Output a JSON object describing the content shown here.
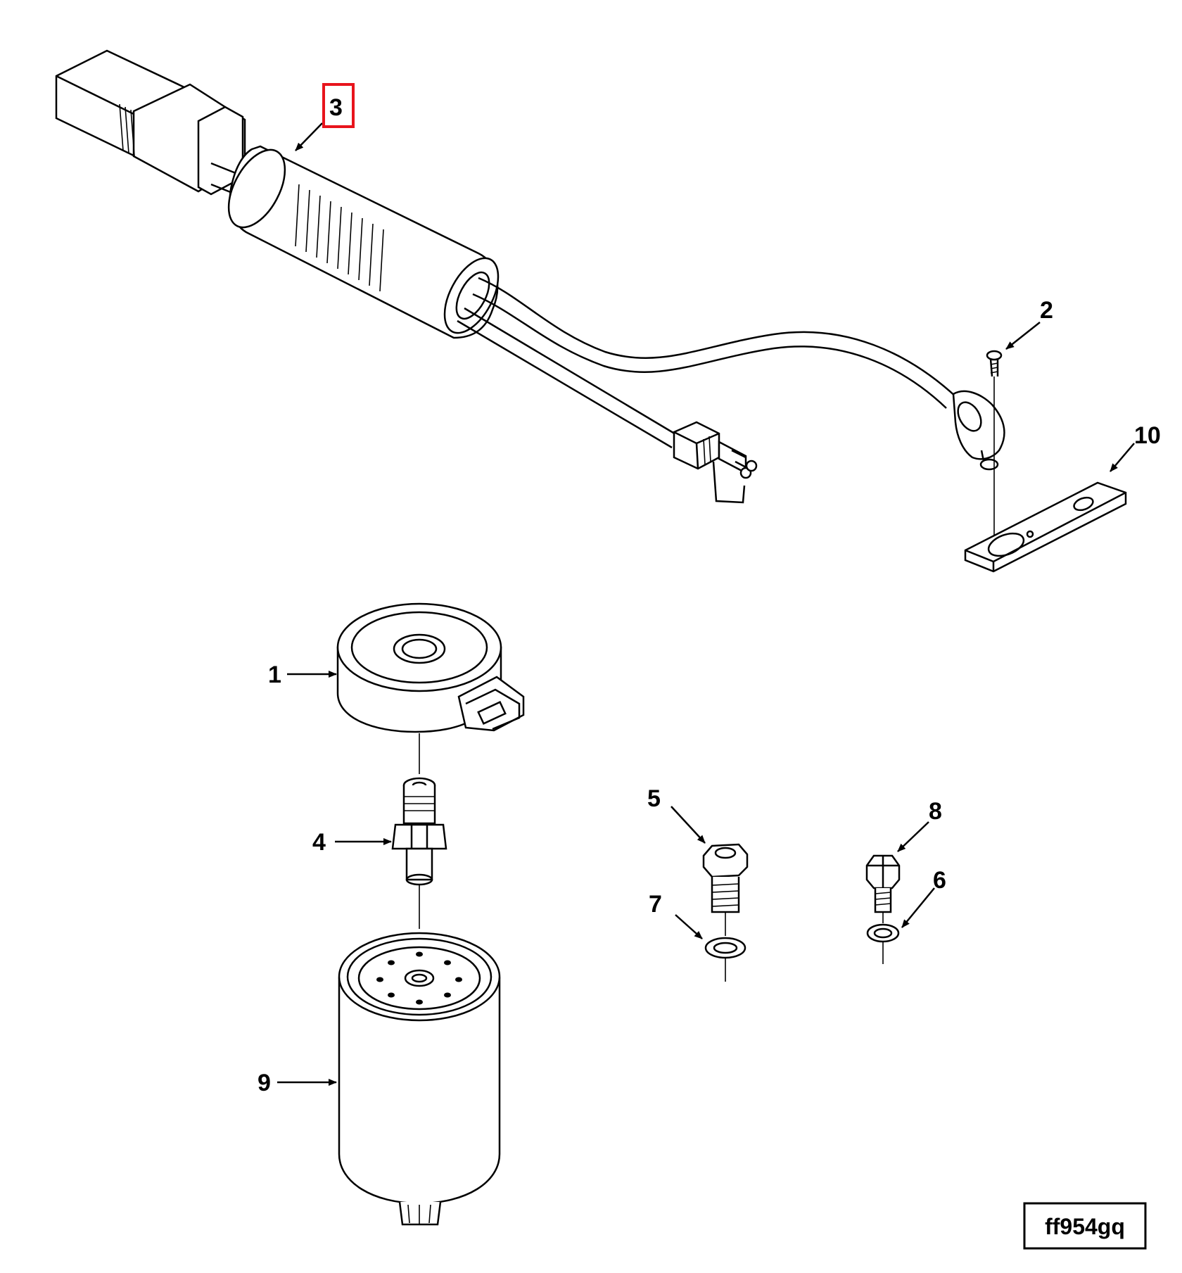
{
  "callouts": [
    {
      "id": "c1",
      "label": "1"
    },
    {
      "id": "c2",
      "label": "2"
    },
    {
      "id": "c3",
      "label": "3",
      "highlighted": true
    },
    {
      "id": "c4",
      "label": "4"
    },
    {
      "id": "c5",
      "label": "5"
    },
    {
      "id": "c6",
      "label": "6"
    },
    {
      "id": "c7",
      "label": "7"
    },
    {
      "id": "c8",
      "label": "8"
    },
    {
      "id": "c9",
      "label": "9"
    },
    {
      "id": "c10",
      "label": "10"
    }
  ],
  "figure_id": "ff954gq",
  "colors": {
    "highlight_box": "#e8141c",
    "line": "#000000",
    "background": "#ffffff"
  }
}
